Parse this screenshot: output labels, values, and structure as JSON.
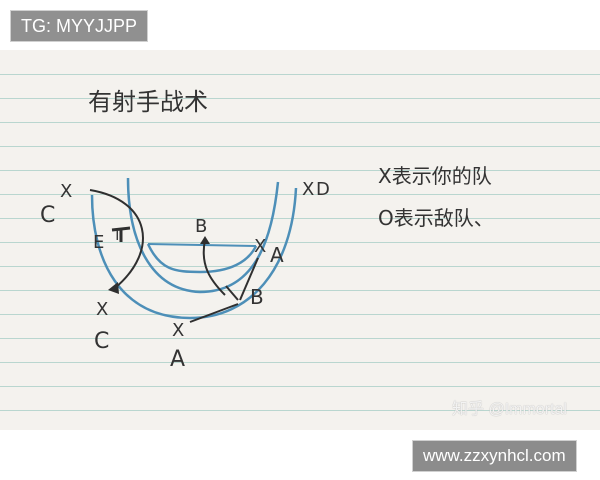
{
  "top_label": "TG: MYYJJPP",
  "bottom_label": "www.zzxynhcl.com",
  "watermark": "知乎 @Immortal",
  "sketch": {
    "title": "有射手战术",
    "legend": [
      "X表示你的队",
      "O表示敌队、"
    ],
    "markers": {
      "c_upper": "C",
      "c_lower": "C",
      "e": "E",
      "b_upper": "B",
      "b_right": "B",
      "a_right": "A",
      "a_lower": "A",
      "d": "D",
      "x": "X",
      "t": "T"
    }
  },
  "colors": {
    "ink": "#2f2f2f",
    "blue_ink": "#4d8fb8",
    "paper": "#f4f2ee",
    "ruled": "#b9d6cf"
  }
}
